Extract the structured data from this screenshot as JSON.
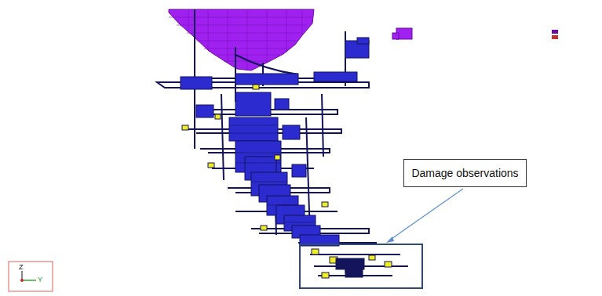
{
  "diagram": {
    "nodes": [
      {
        "text": [
          "Damage observations"
        ]
      }
    ],
    "labels": [
      "Z",
      "Y"
    ]
  }
}
